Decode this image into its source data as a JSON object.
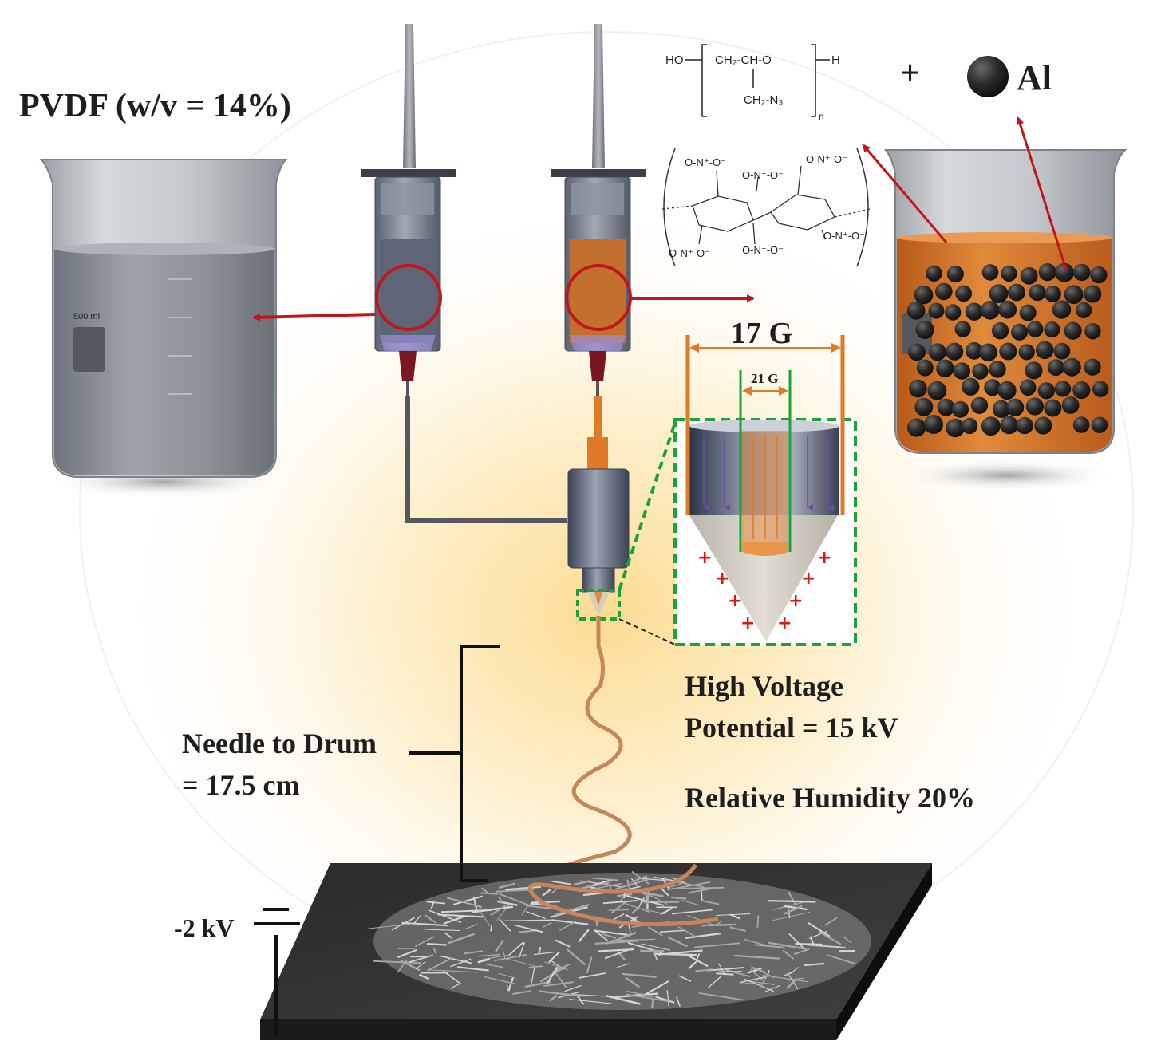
{
  "labels": {
    "pvdf": "PVDF (w/v = 14%)",
    "plus": "+",
    "al": "Al",
    "gauge_outer": "17 G",
    "gauge_inner": "21 G",
    "hv_line1": "High Voltage",
    "hv_line2": "Potential = 15 kV",
    "humidity": "Relative Humidity 20%",
    "distance_line1": "Needle to Drum",
    "distance_line2": "= 17.5 cm",
    "ground_voltage": "-2 kV",
    "beaker_volume": "500 ml"
  },
  "chemistry": {
    "gap_formula": {
      "ho": "HO",
      "backbone": "CH₂-CH-O",
      "h_end": "H",
      "pendant": "CH₂-N₃",
      "subscript": "n"
    },
    "nitrocellulose": {
      "nitro_group": "O-N⁺-O⁻"
    }
  },
  "colors": {
    "orange_solution": "#d9762a",
    "pvdf_solution": "#8a9099",
    "highlight_red": "#c0161b",
    "inset_green": "#1aa33a",
    "al_particle": "#262626",
    "glow": "#fbd98a"
  }
}
